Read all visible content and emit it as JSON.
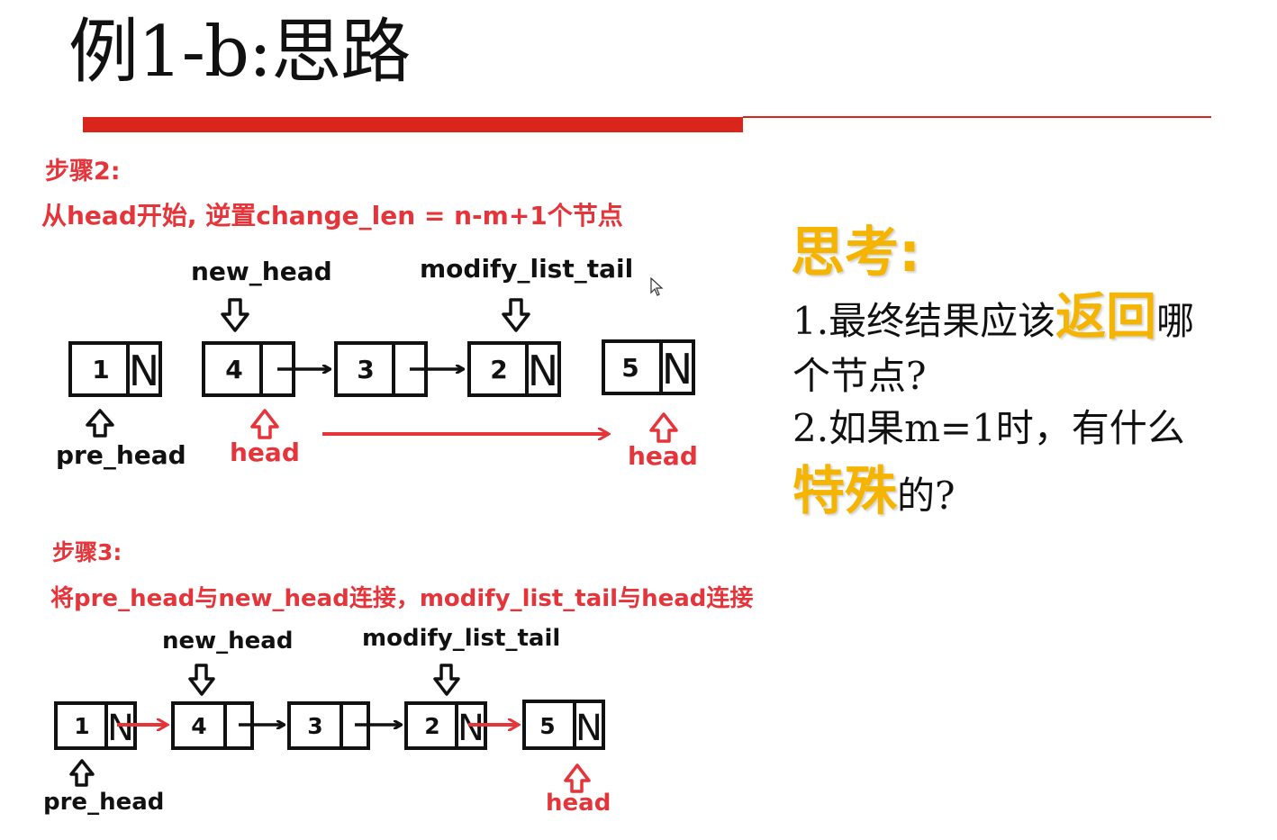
{
  "title": "例1-b:思路",
  "step2": {
    "title": "步骤2:",
    "desc": "从head开始, 逆置change_len = n-m+1个节点",
    "labels": {
      "new_head": "new_head",
      "modify_list_tail": "modify_list_tail",
      "pre_head": "pre_head",
      "head_start": "head",
      "head_end": "head"
    },
    "nodes": [
      {
        "value": "1",
        "null": "N"
      },
      {
        "value": "4",
        "null": ""
      },
      {
        "value": "3",
        "null": ""
      },
      {
        "value": "2",
        "null": "N"
      },
      {
        "value": "5",
        "null": "N"
      }
    ]
  },
  "step3": {
    "title": "步骤3:",
    "desc": "将pre_head与new_head连接，modify_list_tail与head连接",
    "labels": {
      "new_head": "new_head",
      "modify_list_tail": "modify_list_tail",
      "pre_head": "pre_head",
      "head": "head"
    },
    "nodes": [
      {
        "value": "1",
        "null": "N"
      },
      {
        "value": "4",
        "null": ""
      },
      {
        "value": "3",
        "null": ""
      },
      {
        "value": "2",
        "null": "N"
      },
      {
        "value": "5",
        "null": "N"
      }
    ]
  },
  "think": {
    "title": "思考:",
    "q1_prefix": "1.最终结果应该",
    "q1_highlight": "返回",
    "q1_suffix": "哪",
    "q1_line2": "个节点?",
    "q2_line1": "2.如果m=1时，有什么",
    "q2_highlight": "特殊",
    "q2_suffix": "的?"
  },
  "colors": {
    "accent_red": "#e5343a",
    "bar_red": "#d9251c",
    "highlight_yellow": "#f5b400"
  },
  "icons": {
    "cursor": "mouse-pointer-icon"
  }
}
